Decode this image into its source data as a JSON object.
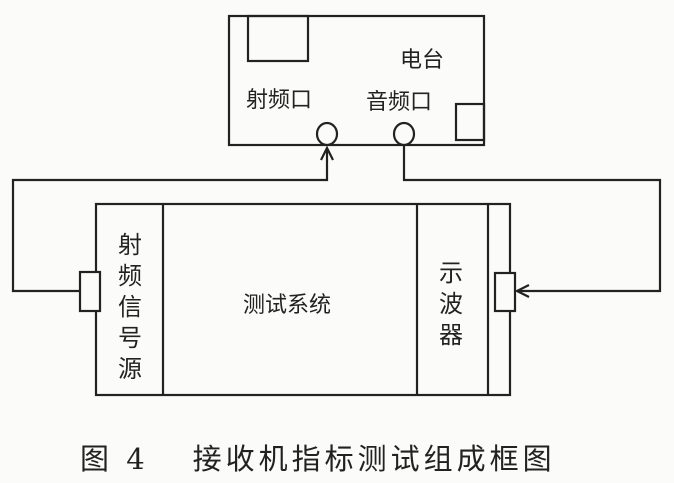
{
  "radio": {
    "label": "电台",
    "rf_port": "射频口",
    "audio_port": "音频口"
  },
  "system": {
    "rf_source": "射频信号源",
    "test_system": "测试系统",
    "oscilloscope": "示波器"
  },
  "caption": {
    "number": "图 4",
    "title": "接收机指标测试组成框图"
  }
}
